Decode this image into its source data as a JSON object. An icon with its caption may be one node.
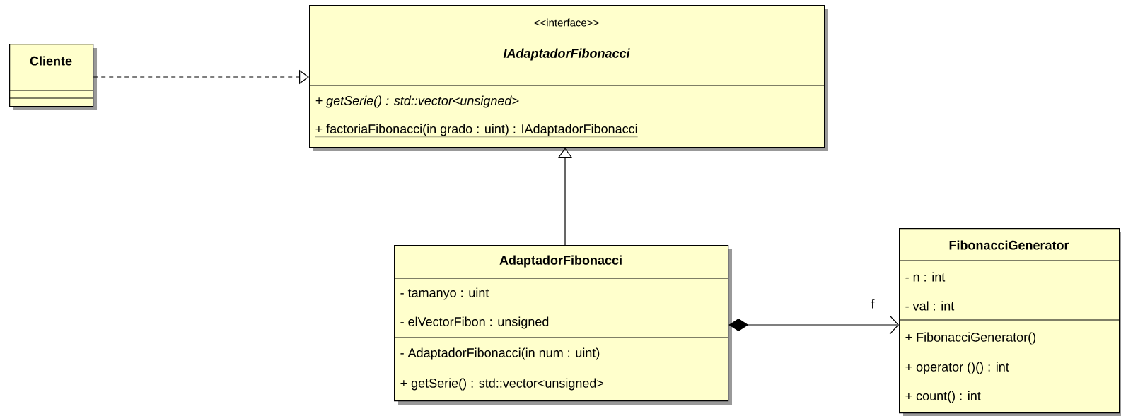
{
  "diagram": {
    "nodes": [
      {
        "text": [
          "Cliente"
        ]
      },
      {
        "text": [
          "<<interface>>",
          "IAdaptadorFibonacci",
          "+ getSerie() : std::vector<unsigned>",
          "+ factoriaFibonacci(in grado : uint) : IAdaptadorFibonacci"
        ]
      },
      {
        "text": [
          "AdaptadorFibonacci",
          "- tamanyo : uint",
          "- elVectorFibon : unsigned",
          "- AdaptadorFibonacci(in num : uint)",
          "+ getSerie() : std::vector<unsigned>"
        ]
      },
      {
        "text": [
          "FibonacciGenerator",
          "- n : int",
          "- val : int",
          "+ FibonacciGenerator()",
          "+ operator ()() : int",
          "+ count() : int"
        ]
      }
    ],
    "edges": [
      {
        "from": 0,
        "to": 1,
        "arrow": "to",
        "style": "dashed"
      },
      {
        "from": 2,
        "to": 1,
        "arrow": "to"
      },
      {
        "from": 2,
        "to": 3,
        "arrow": "to",
        "label": "f"
      }
    ]
  }
}
